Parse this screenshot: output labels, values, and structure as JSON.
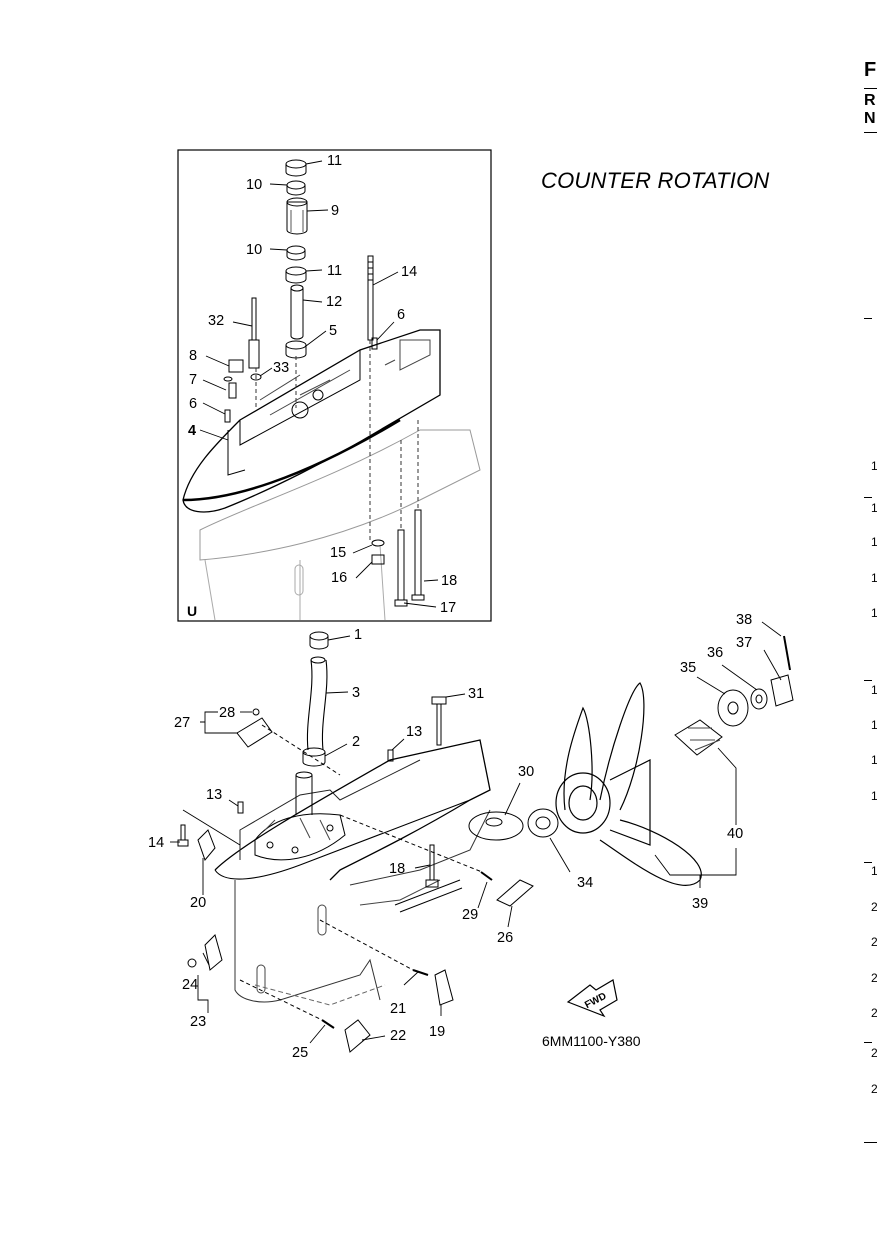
{
  "title": "COUNTER ROTATION",
  "diagram_code": "6MM1100-Y380",
  "inset_mark": "U",
  "fwd_label": "FWD",
  "edge_letters": [
    "F",
    "R",
    "N"
  ],
  "edge_digits": [
    "1",
    "1",
    "1",
    "1",
    "1",
    "1",
    "1",
    "1",
    "1",
    "1",
    "2",
    "2",
    "2",
    "2",
    "2",
    "2"
  ],
  "callouts": [
    {
      "id": "c11a",
      "label": "11"
    },
    {
      "id": "c10a",
      "label": "10"
    },
    {
      "id": "c9",
      "label": "9"
    },
    {
      "id": "c10b",
      "label": "10"
    },
    {
      "id": "c11b",
      "label": "11"
    },
    {
      "id": "c14a",
      "label": "14"
    },
    {
      "id": "c12",
      "label": "12"
    },
    {
      "id": "c32",
      "label": "32"
    },
    {
      "id": "c5",
      "label": "5"
    },
    {
      "id": "c6a",
      "label": "6"
    },
    {
      "id": "c8",
      "label": "8"
    },
    {
      "id": "c33",
      "label": "33"
    },
    {
      "id": "c7",
      "label": "7"
    },
    {
      "id": "c6b",
      "label": "6"
    },
    {
      "id": "c4",
      "label": "4"
    },
    {
      "id": "c15",
      "label": "15"
    },
    {
      "id": "c16",
      "label": "16"
    },
    {
      "id": "c18a",
      "label": "18"
    },
    {
      "id": "c17",
      "label": "17"
    },
    {
      "id": "c1",
      "label": "1"
    },
    {
      "id": "c3",
      "label": "3"
    },
    {
      "id": "c31",
      "label": "31"
    },
    {
      "id": "c28",
      "label": "28"
    },
    {
      "id": "c27",
      "label": "27"
    },
    {
      "id": "c2",
      "label": "2"
    },
    {
      "id": "c13a",
      "label": "13"
    },
    {
      "id": "c13b",
      "label": "13"
    },
    {
      "id": "c14b",
      "label": "14"
    },
    {
      "id": "c20",
      "label": "20"
    },
    {
      "id": "c30",
      "label": "30"
    },
    {
      "id": "c18b",
      "label": "18"
    },
    {
      "id": "c29",
      "label": "29"
    },
    {
      "id": "c26",
      "label": "26"
    },
    {
      "id": "c34",
      "label": "34"
    },
    {
      "id": "c38",
      "label": "38"
    },
    {
      "id": "c37",
      "label": "37"
    },
    {
      "id": "c36",
      "label": "36"
    },
    {
      "id": "c35",
      "label": "35"
    },
    {
      "id": "c40",
      "label": "40"
    },
    {
      "id": "c39",
      "label": "39"
    },
    {
      "id": "c24",
      "label": "24"
    },
    {
      "id": "c23",
      "label": "23"
    },
    {
      "id": "c21",
      "label": "21"
    },
    {
      "id": "c19",
      "label": "19"
    },
    {
      "id": "c25",
      "label": "25"
    },
    {
      "id": "c22",
      "label": "22"
    }
  ]
}
